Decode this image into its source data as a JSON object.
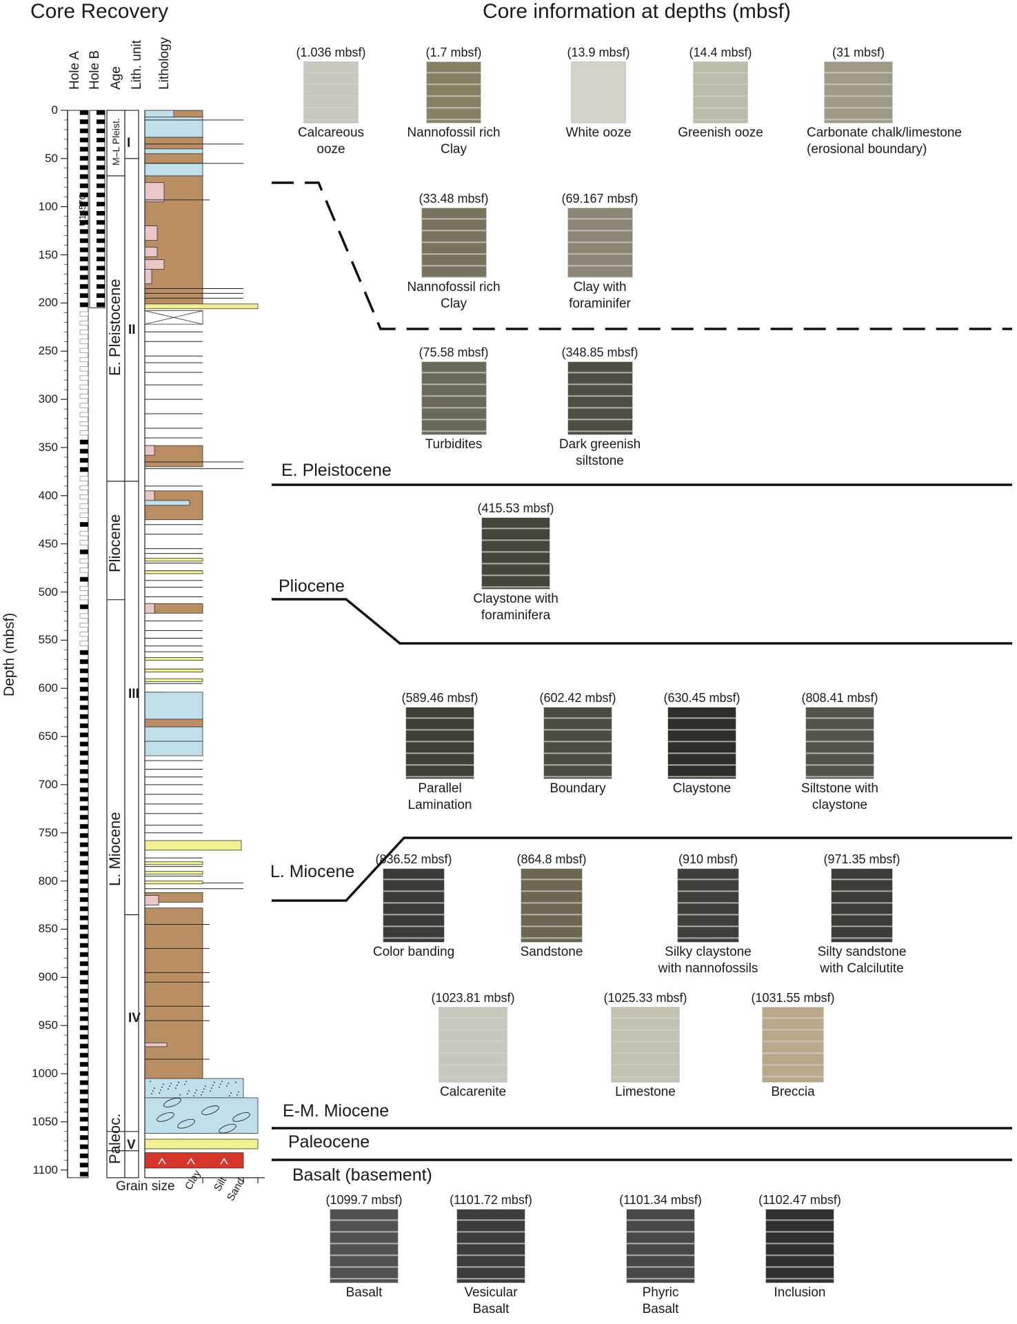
{
  "titles": {
    "left": "Core Recovery",
    "right": "Core information at depths (mbsf)"
  },
  "column": {
    "headers": [
      "Hole A",
      "Hole B",
      "Age",
      "Lith. unit",
      "Lithology"
    ],
    "core_label": "U1457C",
    "depth_axis_label": "Depth (mbsf)",
    "depth_ticks": [
      "0",
      "50",
      "100",
      "150",
      "200",
      "250",
      "300",
      "350",
      "400",
      "450",
      "500",
      "550",
      "600",
      "650",
      "700",
      "750",
      "800",
      "850",
      "900",
      "950",
      "1000",
      "1050",
      "1100"
    ],
    "ages": [
      "M–L Pleist.",
      "E. Pleistocene",
      "Pliocene",
      "L. Miocene",
      "Paleoc."
    ],
    "lith_units": [
      "I",
      "II",
      "III",
      "IV",
      "V"
    ],
    "grain_size_label": "Grain size",
    "grain_size_classes": [
      "Clay",
      "Silt",
      "Sand"
    ]
  },
  "sections": [
    {
      "label": "E. Pleistocene"
    },
    {
      "label": "Pliocene"
    },
    {
      "label": "L. Miocene"
    },
    {
      "label": "E-M. Miocene"
    },
    {
      "label": "Paleocene"
    },
    {
      "label": "Basalt (basement)"
    }
  ],
  "cores": [
    {
      "depth": "(1.036 mbsf)",
      "caption": [
        "Calcareous",
        "ooze"
      ],
      "color": "#c9c6bb"
    },
    {
      "depth": "(1.7 mbsf)",
      "caption": [
        "Nannofossil rich",
        "Clay"
      ],
      "color": "#8a7f62"
    },
    {
      "depth": "(13.9 mbsf)",
      "caption": [
        "White ooze"
      ],
      "color": "#d4d1c6"
    },
    {
      "depth": "(14.4 mbsf)",
      "caption": [
        "Greenish ooze"
      ],
      "color": "#bdbba9"
    },
    {
      "depth": "(31 mbsf)",
      "caption": [
        "Carbonate chalk/limestone",
        "(erosional boundary)"
      ],
      "color": "#9e9a86"
    },
    {
      "depth": "(33.48 mbsf)",
      "caption": [
        "Nannofossil rich",
        "Clay"
      ],
      "color": "#7a7360"
    },
    {
      "depth": "(69.167 mbsf)",
      "caption": [
        "Clay with",
        "foraminifer"
      ],
      "color": "#8d8573"
    },
    {
      "depth": "(75.58 mbsf)",
      "caption": [
        "Turbidites"
      ],
      "color": "#6d6958"
    },
    {
      "depth": "(348.85 mbsf)",
      "caption": [
        "Dark greenish",
        "siltstone"
      ],
      "color": "#4f4e40"
    },
    {
      "depth": "(415.53 mbsf)",
      "caption": [
        "Claystone with",
        "foraminifera"
      ],
      "color": "#47463b"
    },
    {
      "depth": "(589.46 mbsf)",
      "caption": [
        "Parallel",
        "Lamination"
      ],
      "color": "#3f3f36"
    },
    {
      "depth": "(602.42 mbsf)",
      "caption": [
        "Boundary"
      ],
      "color": "#4d4c40"
    },
    {
      "depth": "(630.45 mbsf)",
      "caption": [
        "Claystone"
      ],
      "color": "#2f2f29"
    },
    {
      "depth": "(808.41 mbsf)",
      "caption": [
        "Siltstone with",
        "claystone"
      ],
      "color": "#54544a"
    },
    {
      "depth": "(836.52 mbsf)",
      "caption": [
        "Color banding"
      ],
      "color": "#3a3c35"
    },
    {
      "depth": "(864.8 mbsf)",
      "caption": [
        "Sandstone"
      ],
      "color": "#6b6750"
    },
    {
      "depth": "(910 mbsf)",
      "caption": [
        "Silky claystone",
        "with nannofossils"
      ],
      "color": "#3e403a"
    },
    {
      "depth": "(971.35 mbsf)",
      "caption": [
        "Silty sandstone",
        "with Calcilutite"
      ],
      "color": "#3b3d36"
    },
    {
      "depth": "(1023.81 mbsf)",
      "caption": [
        "Calcarenite"
      ],
      "color": "#c8c7bd"
    },
    {
      "depth": "(1025.33 mbsf)",
      "caption": [
        "Limestone"
      ],
      "color": "#c3c1b0"
    },
    {
      "depth": "(1031.55 mbsf)",
      "caption": [
        "Breccia"
      ],
      "color": "#b8a888"
    },
    {
      "depth": "(1099.7 mbsf)",
      "caption": [
        "Basalt"
      ],
      "color": "#505250"
    },
    {
      "depth": "(1101.72 mbsf)",
      "caption": [
        "Vesicular",
        "Basalt"
      ],
      "color": "#3c3e3c"
    },
    {
      "depth": "(1101.34 mbsf)",
      "caption": [
        "Phyric",
        "Basalt"
      ],
      "color": "#474947"
    },
    {
      "depth": "(1102.47 mbsf)",
      "caption": [
        "Inclusion"
      ],
      "color": "#2f312f"
    }
  ],
  "colors": {
    "clay_brown": "#b88e62",
    "ooze_blue": "#bfe0ea",
    "sand_yellow": "#f2ef8f",
    "pink": "#e9c6c8",
    "basalt_red": "#d6352b"
  }
}
